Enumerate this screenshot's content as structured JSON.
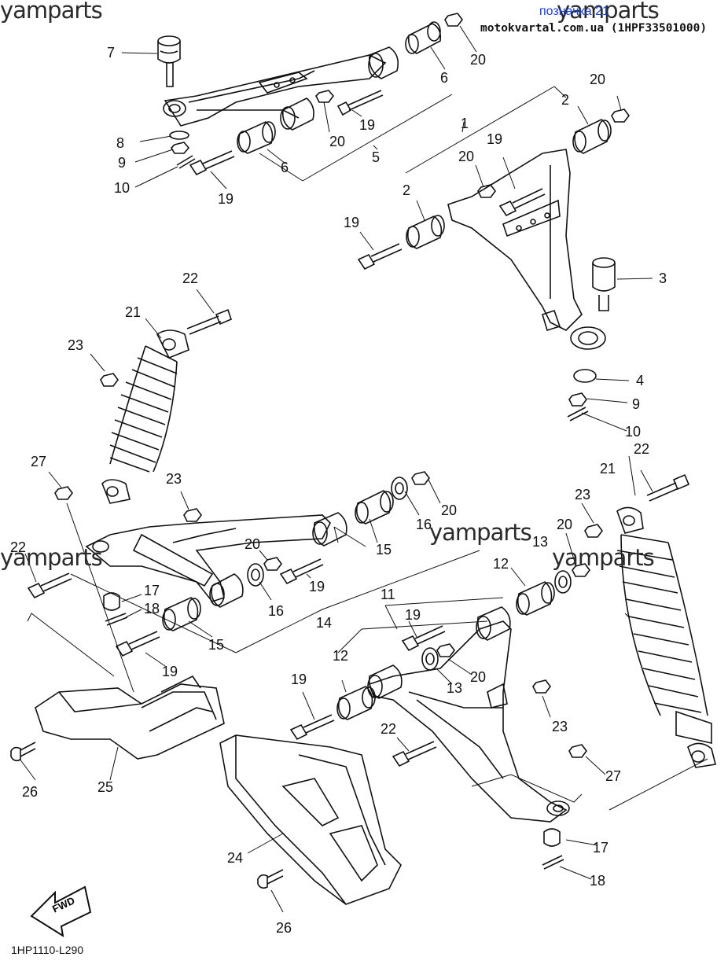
{
  "watermarks": [
    "yamparts",
    "yamparts",
    "yamparts",
    "yamparts",
    "yamparts",
    "yamparts"
  ],
  "header": {
    "link_text": "позначка 21",
    "source_text": "motokvartal.com.ua (1HPF33501000)"
  },
  "footer": {
    "diagram_code": "1HP1110-L290"
  },
  "fwd_label": "FWD",
  "callouts": [
    "7",
    "20",
    "6",
    "20",
    "19",
    "2",
    "1",
    "8",
    "20",
    "9",
    "10",
    "19",
    "6",
    "5",
    "19",
    "20",
    "2",
    "19",
    "3",
    "4",
    "9",
    "10",
    "22",
    "21",
    "23",
    "22",
    "27",
    "21",
    "23",
    "20",
    "16",
    "23",
    "20",
    "15",
    "13",
    "12",
    "22",
    "20",
    "19",
    "17",
    "18",
    "16",
    "14",
    "11",
    "19",
    "15",
    "19",
    "20",
    "12",
    "13",
    "19",
    "23",
    "26",
    "25",
    "22",
    "27",
    "24",
    "17",
    "18",
    "26"
  ]
}
